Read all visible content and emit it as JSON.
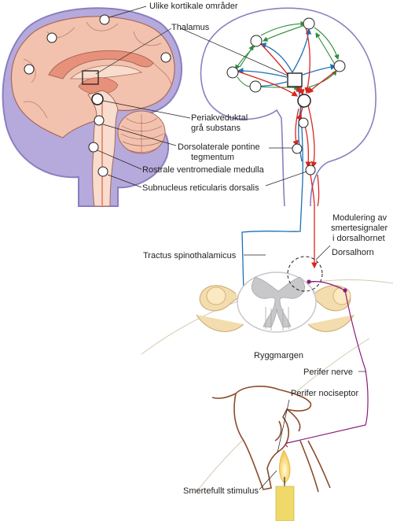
{
  "labels": {
    "cortical_areas": "Ulike kortikale områder",
    "thalamus": "Thalamus",
    "pag_line1": "Periakveduktal",
    "pag_line2": "grå substans",
    "dlpt_line1": "Dorsolaterale pontine",
    "dlpt_line2": "tegmentum",
    "rvm": "Rostrale ventromediale medulla",
    "srd": "Subnucleus reticularis dorsalis",
    "modulation_line1": "Modulering av",
    "modulation_line2": "smertesignaler",
    "modulation_line3": "i dorsalhornet",
    "dorsal_horn": "Dorsalhorn",
    "stt": "Tractus spinothalamicus",
    "spinal_cord": "Ryggmargen",
    "peripheral_nerve": "Perifer nerve",
    "nociceptor": "Perifer nociseptor",
    "stimulus": "Smertefullt stimulus"
  },
  "colors": {
    "ascending": "#1f6fb5",
    "descending": "#d7261e",
    "cortical": "#2e8b3a",
    "peripheral": "#8b1a7a",
    "brain_outline": "#8a7fc0",
    "brain_fill": "#f2c2ae",
    "brainstem_fill": "#f8dccd",
    "deep_fill": "#e8917a",
    "cord_grey": "#c8c8ca",
    "vertebra": "#f3dcae",
    "skin": "#8b4a2a",
    "flame": "#f7d54a",
    "candle": "#f0d96b"
  }
}
